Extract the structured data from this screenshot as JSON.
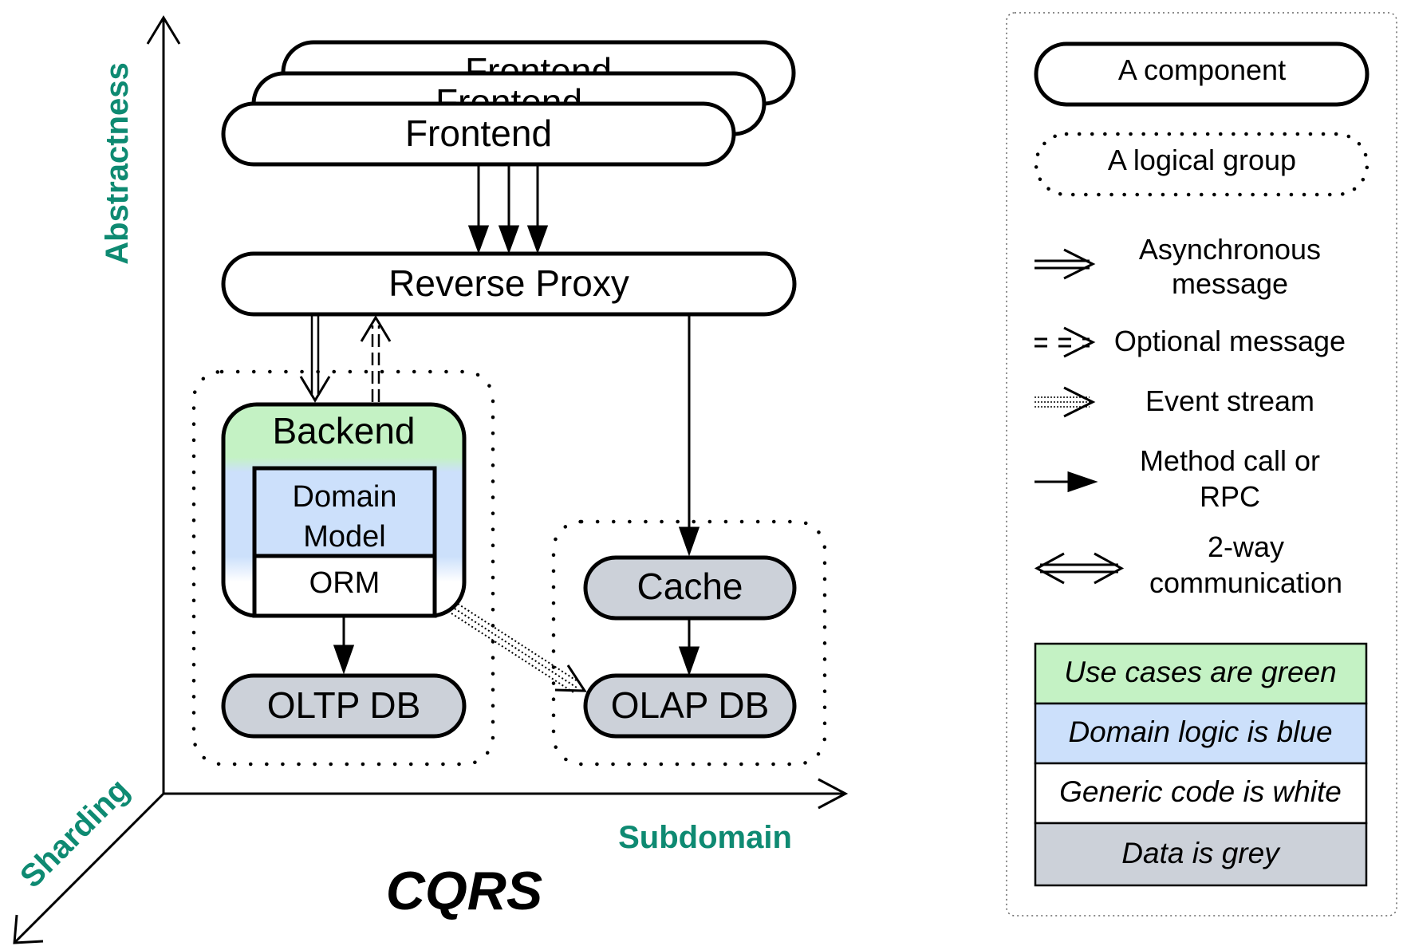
{
  "diagram": {
    "title": "CQRS",
    "axes": {
      "y_label": "Abstractness",
      "x_label": "Subdomain",
      "z_label": "Sharding"
    },
    "components": {
      "frontend_back2": "Frontend",
      "frontend_back1": "Frontend",
      "frontend": "Frontend",
      "reverse_proxy": "Reverse Proxy",
      "backend": "Backend",
      "domain_model_line1": "Domain",
      "domain_model_line2": "Model",
      "orm": "ORM",
      "oltp_db": "OLTP DB",
      "cache": "Cache",
      "olap_db": "OLAP DB"
    }
  },
  "legend": {
    "component": "A component",
    "logical_group": "A logical group",
    "async_line1": "Asynchronous",
    "async_line2": "message",
    "optional": "Optional message",
    "event_stream": "Event stream",
    "method_line1": "Method call or",
    "method_line2": "RPC",
    "twoway_line1": "2-way",
    "twoway_line2": "communication",
    "colors": {
      "green": "Use cases are green",
      "blue": "Domain logic is blue",
      "white": "Generic code is white",
      "grey": "Data is grey"
    }
  },
  "palette": {
    "green": "#c4f2c4",
    "blue": "#cce0fb",
    "grey": "#ccd1d9",
    "axis_text": "#0e8a72"
  }
}
